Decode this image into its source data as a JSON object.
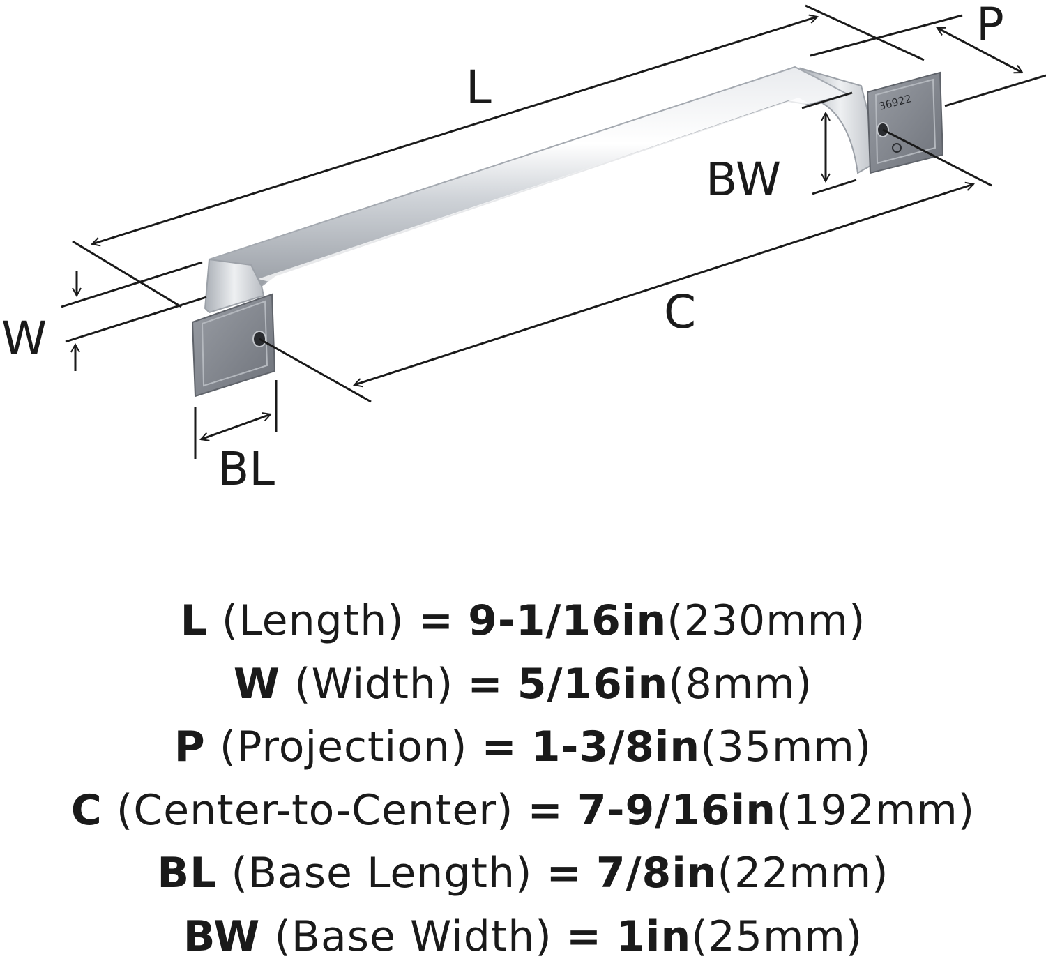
{
  "diagram": {
    "labels": {
      "L": "L",
      "P": "P",
      "BW": "BW",
      "W": "W",
      "C": "C",
      "BL": "BL"
    },
    "part_number": "36922",
    "colors": {
      "ink": "#1a1a1a",
      "chrome_light": "#f2f3f5",
      "chrome_mid": "#c8ccd2",
      "chrome_dark": "#8e939b",
      "base_plate": "#7d8188"
    }
  },
  "specs": [
    {
      "sym": "L",
      "name": "(Length)",
      "eq": "=",
      "value": "9-1/16in",
      "metric": "(230mm)"
    },
    {
      "sym": "W",
      "name": "(Width)",
      "eq": "=",
      "value": "5/16in",
      "metric": "(8mm)"
    },
    {
      "sym": "P",
      "name": "(Projection)",
      "eq": "=",
      "value": "1-3/8in",
      "metric": "(35mm)"
    },
    {
      "sym": "C",
      "name": "(Center-to-Center)",
      "eq": "=",
      "value": "7-9/16in",
      "metric": "(192mm)"
    },
    {
      "sym": "BL",
      "name": "(Base Length)",
      "eq": "=",
      "value": "7/8in",
      "metric": "(22mm)"
    },
    {
      "sym": "BW",
      "name": "(Base Width)",
      "eq": "=",
      "value": "1in",
      "metric": "(25mm)"
    }
  ]
}
